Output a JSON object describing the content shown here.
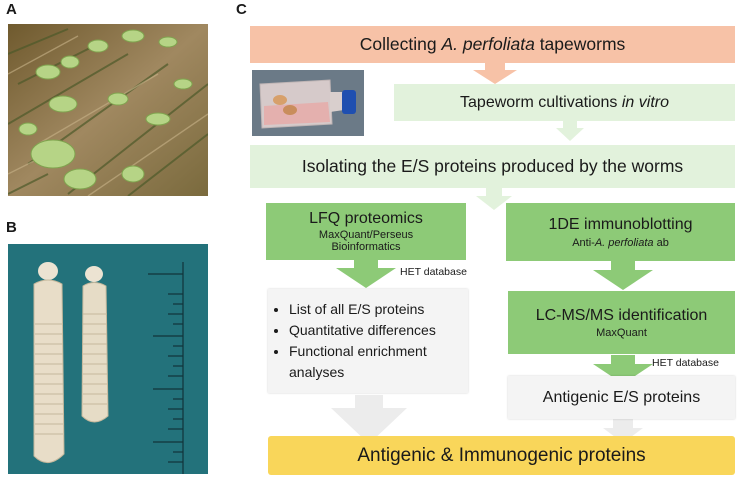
{
  "panels": {
    "a": "A",
    "b": "B",
    "c": "C"
  },
  "flow": {
    "step1": {
      "pre": "Collecting ",
      "species": "A. perfoliata",
      "post": " tapeworms"
    },
    "step2": {
      "pre": "Tapeworm cultivations ",
      "em": "in vitro"
    },
    "step3": "Isolating the E/S proteins produced by the worms",
    "lfq": {
      "title": "LFQ proteomics",
      "line1": "MaxQuant/Perseus",
      "line2": "Bioinformatics"
    },
    "immuno": {
      "title": "1DE immunoblotting",
      "sub_pre": "Anti-",
      "sub_species": "A. perfoliata",
      "sub_post": " ab"
    },
    "het_left": "HET database",
    "results": [
      "List of all E/S proteins",
      "Quantitative differences",
      "Functional enrichment analyses"
    ],
    "lcms": {
      "title": "LC-MS/MS identification",
      "sub": "MaxQuant"
    },
    "het_right": "HET database",
    "antigenic": "Antigenic E/S proteins",
    "final": "Antigenic & Immunogenic proteins"
  },
  "colors": {
    "peach": "#f7c2a7",
    "light_green": "#e2f2dc",
    "medium_green": "#8dca77",
    "gray_box": "#f4f4f4",
    "gold": "#f9d65a",
    "arrow_orange": "#f7c2a7",
    "arrow_light_green": "#e2f2dc",
    "arrow_green": "#8dca77",
    "arrow_gray": "#ececec"
  }
}
